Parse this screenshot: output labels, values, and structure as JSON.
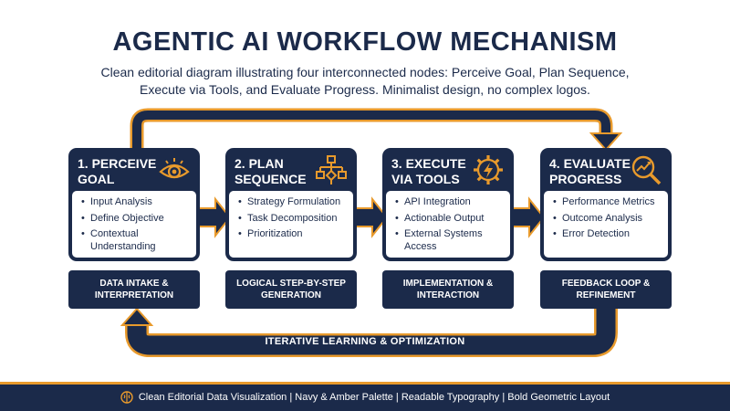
{
  "title": "AGENTIC AI WORKFLOW MECHANISM",
  "subtitle": "Clean editorial diagram illustrating four interconnected nodes: Perceive Goal, Plan Sequence, Execute via Tools, and Evaluate Progress. Minimalist design, no complex logos.",
  "colors": {
    "navy": "#1b2a4a",
    "amber": "#e89a2c",
    "white": "#ffffff"
  },
  "nodes": [
    {
      "title": "1. PERCEIVE GOAL",
      "icon": "eye-icon",
      "items": [
        "Input Analysis",
        "Define Objective",
        "Contextual Understanding"
      ],
      "tag": "DATA INTAKE & INTERPRETATION"
    },
    {
      "title": "2. PLAN SEQUENCE",
      "icon": "flowchart-icon",
      "items": [
        "Strategy Formulation",
        "Task Decomposition",
        "Prioritization"
      ],
      "tag": "LOGICAL STEP-BY-STEP GENERATION"
    },
    {
      "title": "3. EXECUTE VIA TOOLS",
      "icon": "gear-lightning-icon",
      "items": [
        "API Integration",
        "Actionable Output",
        "External Systems Access"
      ],
      "tag": "IMPLEMENTATION & INTERACTION"
    },
    {
      "title": "4. EVALUATE PROGRESS",
      "icon": "magnifier-chart-icon",
      "items": [
        "Performance Metrics",
        "Outcome Analysis",
        "Error Detection"
      ],
      "tag": "FEEDBACK LOOP & REFINEMENT"
    }
  ],
  "loop_label": "ITERATIVE LEARNING & OPTIMIZATION",
  "footer": {
    "icon": "brain-icon",
    "text": "Clean Editorial Data Visualization | Navy & Amber Palette | Readable Typography | Bold Geometric Layout"
  }
}
